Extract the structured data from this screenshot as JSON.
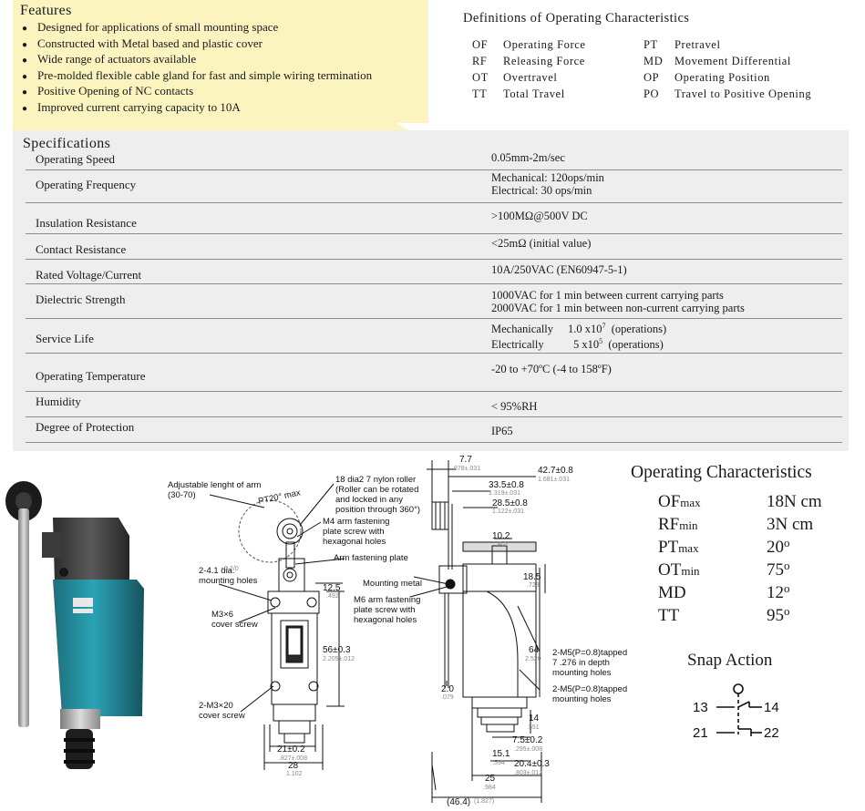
{
  "features": {
    "title": "Features",
    "items": [
      "Designed for applications of small mounting space",
      "Constructed with Metal based and plastic cover",
      "Wide range of actuators available",
      "Pre-molded flexible cable gland for fast and simple wiring termination",
      "Positive Opening of NC contacts",
      "Improved current carrying capacity to 10A"
    ]
  },
  "definitions": {
    "title": "Definitions of Operating Characteristics",
    "items": [
      {
        "abbr": "OF",
        "label": "Operating Force"
      },
      {
        "abbr": "RF",
        "label": "Releasing Force"
      },
      {
        "abbr": "OT",
        "label": "Overtravel"
      },
      {
        "abbr": "TT",
        "label": "Total Travel"
      },
      {
        "abbr": "PT",
        "label": "Pretravel"
      },
      {
        "abbr": "MD",
        "label": "Movement Differential"
      },
      {
        "abbr": "OP",
        "label": "Operating Position"
      },
      {
        "abbr": "PO",
        "label": "Travel to Positive Opening"
      }
    ]
  },
  "specifications": {
    "title": "Specifications",
    "rows": [
      {
        "label": "Operating Speed",
        "lines": [
          "0.05mm-2m/sec"
        ]
      },
      {
        "label": "Operating Frequency",
        "lines": [
          "Mechanical:  120ops/min",
          "Electrical:      30 ops/min"
        ]
      },
      {
        "label": "Insulation Resistance",
        "lines": [
          ">100MΩ@500V DC"
        ]
      },
      {
        "label": "Contact Resistance",
        "lines": [
          "<25mΩ   (initial value)"
        ]
      },
      {
        "label": "Rated Voltage/Current",
        "lines": [
          "10A/250VAC (EN60947-5-1)"
        ]
      },
      {
        "label": "Dielectric Strength",
        "lines": [
          "1000VAC for 1 min between current carrying parts",
          "2000VAC for 1 min between non-current carrying parts"
        ]
      },
      {
        "label": "Service Life",
        "service": [
          {
            "name": "Mechanically",
            "mant": "1.0 x10",
            "exp": "7",
            "unit": "(operations)"
          },
          {
            "name": "Electrically",
            "mant": "5 x10",
            "exp": "5",
            "unit": "(operations)"
          }
        ]
      },
      {
        "label": "Operating Temperature",
        "lines": [
          "-20 to +70ºC  (-4 to 158ºF)"
        ]
      },
      {
        "label": "Humidity",
        "lines": [
          "< 95%RH"
        ]
      },
      {
        "label": "Degree of Protection",
        "lines": [
          "IP65"
        ]
      }
    ]
  },
  "drawing": {
    "notes": {
      "arm_length": [
        "Adjustable lenght of arm",
        "(30-70)"
      ],
      "pt": "PT20° max",
      "roller": [
        "18 dia2  7 nylon roller",
        "(Roller can be rotated",
        "and locked in any",
        "position through 360°)"
      ],
      "m4": [
        "M4 arm fastening",
        "plate screw with",
        "hexagonal holes"
      ],
      "arm_plate": "Arm fastening plate",
      "mount_holes": [
        "2-4.1  dia.",
        "mounting holes"
      ],
      "mount_tol": "+0.2/0",
      "mounting_metal": "Mounting metal",
      "m6": [
        "M6 arm fastening",
        "plate screw with",
        "hexagonal holes"
      ],
      "m3x6": [
        "M3×6",
        "cover screw"
      ],
      "m3x20": [
        "2-M3×20",
        "cover screw"
      ],
      "tapped1": [
        "2-M5(P=0.8)tapped",
        "7  .276 in depth",
        "mounting holes"
      ],
      "tapped2": [
        "2-M5(P=0.8)tapped",
        "mounting holes"
      ]
    },
    "dims": {
      "d77": "7.7",
      "d77i": ".878±.031",
      "d427": "42.7±0.8",
      "d427i": "1.681±.031",
      "d335": "33.5±0.8",
      "d335i": "1.319±.031",
      "d285": "28.5±0.8",
      "d285i": "1.122±.031",
      "d102": "10.2",
      "d102i": ".402",
      "d185": "18.5",
      "d185i": ".728",
      "d125": "12.5",
      "d125i": ".492",
      "d56": "56±0.3",
      "d56i": "2.205±.012",
      "d64": "64",
      "d64i": "2.520",
      "d20": "2.0",
      "d20i": ".079",
      "d14": "14",
      "d14i": ".551",
      "d75": "7.5±0.2",
      "d75i": ".295±.008",
      "d151": "15.1",
      "d151i": ".594",
      "d204": "20.4±0.3",
      "d204i": ".803±.012",
      "d21": "21±0.2",
      "d21i": ".827±.008",
      "d28": "28",
      "d28i": "1.102",
      "d25": "25",
      "d25i": ".984",
      "d464": "(46.4)",
      "d464i": "(1.827)"
    }
  },
  "operating_characteristics": {
    "title": "Operating Characteristics",
    "rows": [
      {
        "key": "OF",
        "sub": "max",
        "value": "18N cm",
        "sup": ""
      },
      {
        "key": "RF",
        "sub": "min",
        "value": "3N cm",
        "sup": ""
      },
      {
        "key": "PT",
        "sub": "max",
        "value": "20",
        "sup": "o"
      },
      {
        "key": "OT",
        "sub": "min",
        "value": "75",
        "sup": "o"
      },
      {
        "key": "MD",
        "sub": "",
        "value": "12",
        "sup": "o"
      },
      {
        "key": "TT",
        "sub": "",
        "value": "95",
        "sup": "o"
      }
    ]
  },
  "snap_action": {
    "title": "Snap Action",
    "terminals": [
      "13",
      "14",
      "21",
      "22"
    ]
  }
}
